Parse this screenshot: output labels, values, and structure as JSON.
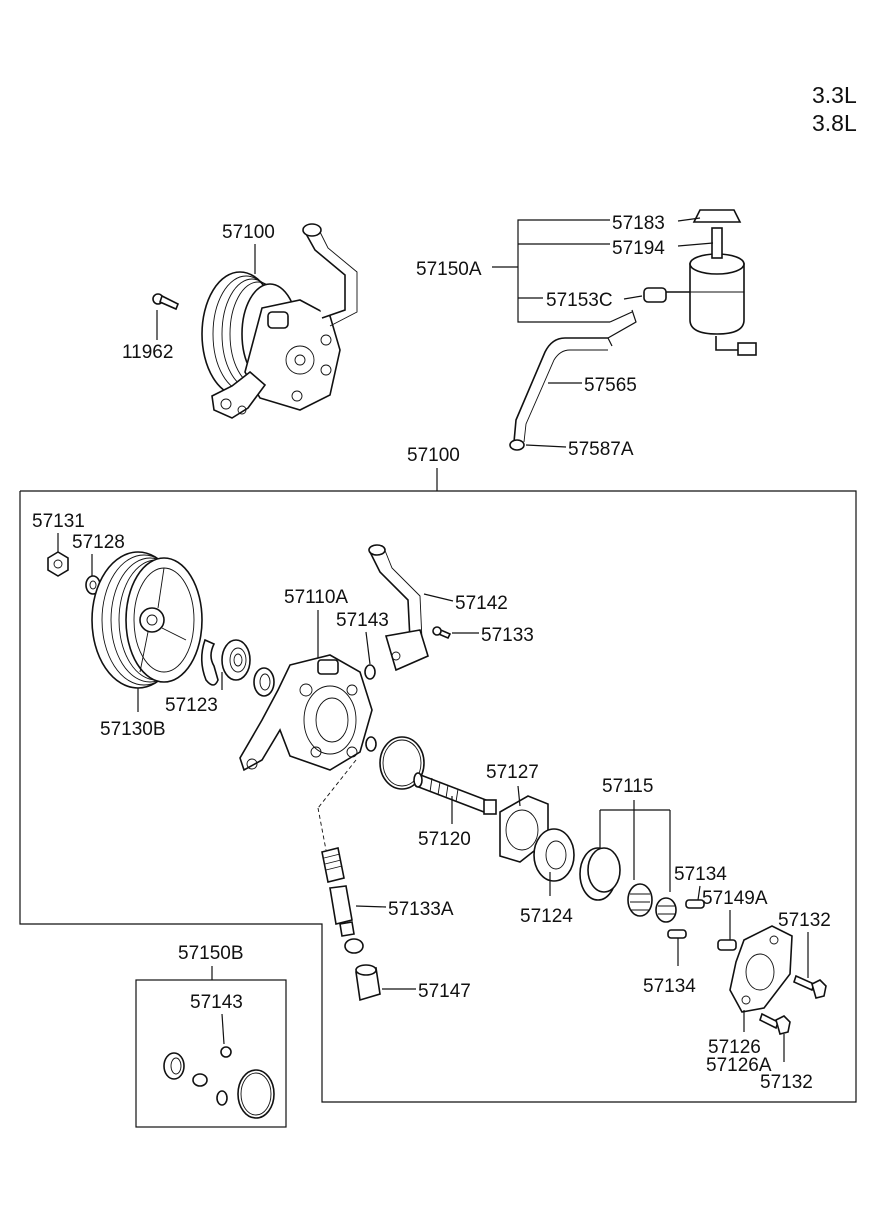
{
  "engines": [
    "3.3L",
    "3.8L"
  ],
  "labels": {
    "p57100_top": "57100",
    "p11962": "11962",
    "p57150A": "57150A",
    "p57183": "57183",
    "p57194": "57194",
    "p57153C": "57153C",
    "p57565": "57565",
    "p57587A": "57587A",
    "p57100_main": "57100",
    "p57131": "57131",
    "p57128": "57128",
    "p57130B": "57130B",
    "p57123": "57123",
    "p57110A": "57110A",
    "p57143_a": "57143",
    "p57142": "57142",
    "p57133": "57133",
    "p57127": "57127",
    "p57115": "57115",
    "p57120": "57120",
    "p57124": "57124",
    "p57134_a": "57134",
    "p57149A": "57149A",
    "p57132_a": "57132",
    "p57133A": "57133A",
    "p57134_b": "57134",
    "p57147": "57147",
    "p57126": "57126",
    "p57126A": "57126A",
    "p57132_b": "57132",
    "p57150B": "57150B",
    "p57143_b": "57143"
  }
}
